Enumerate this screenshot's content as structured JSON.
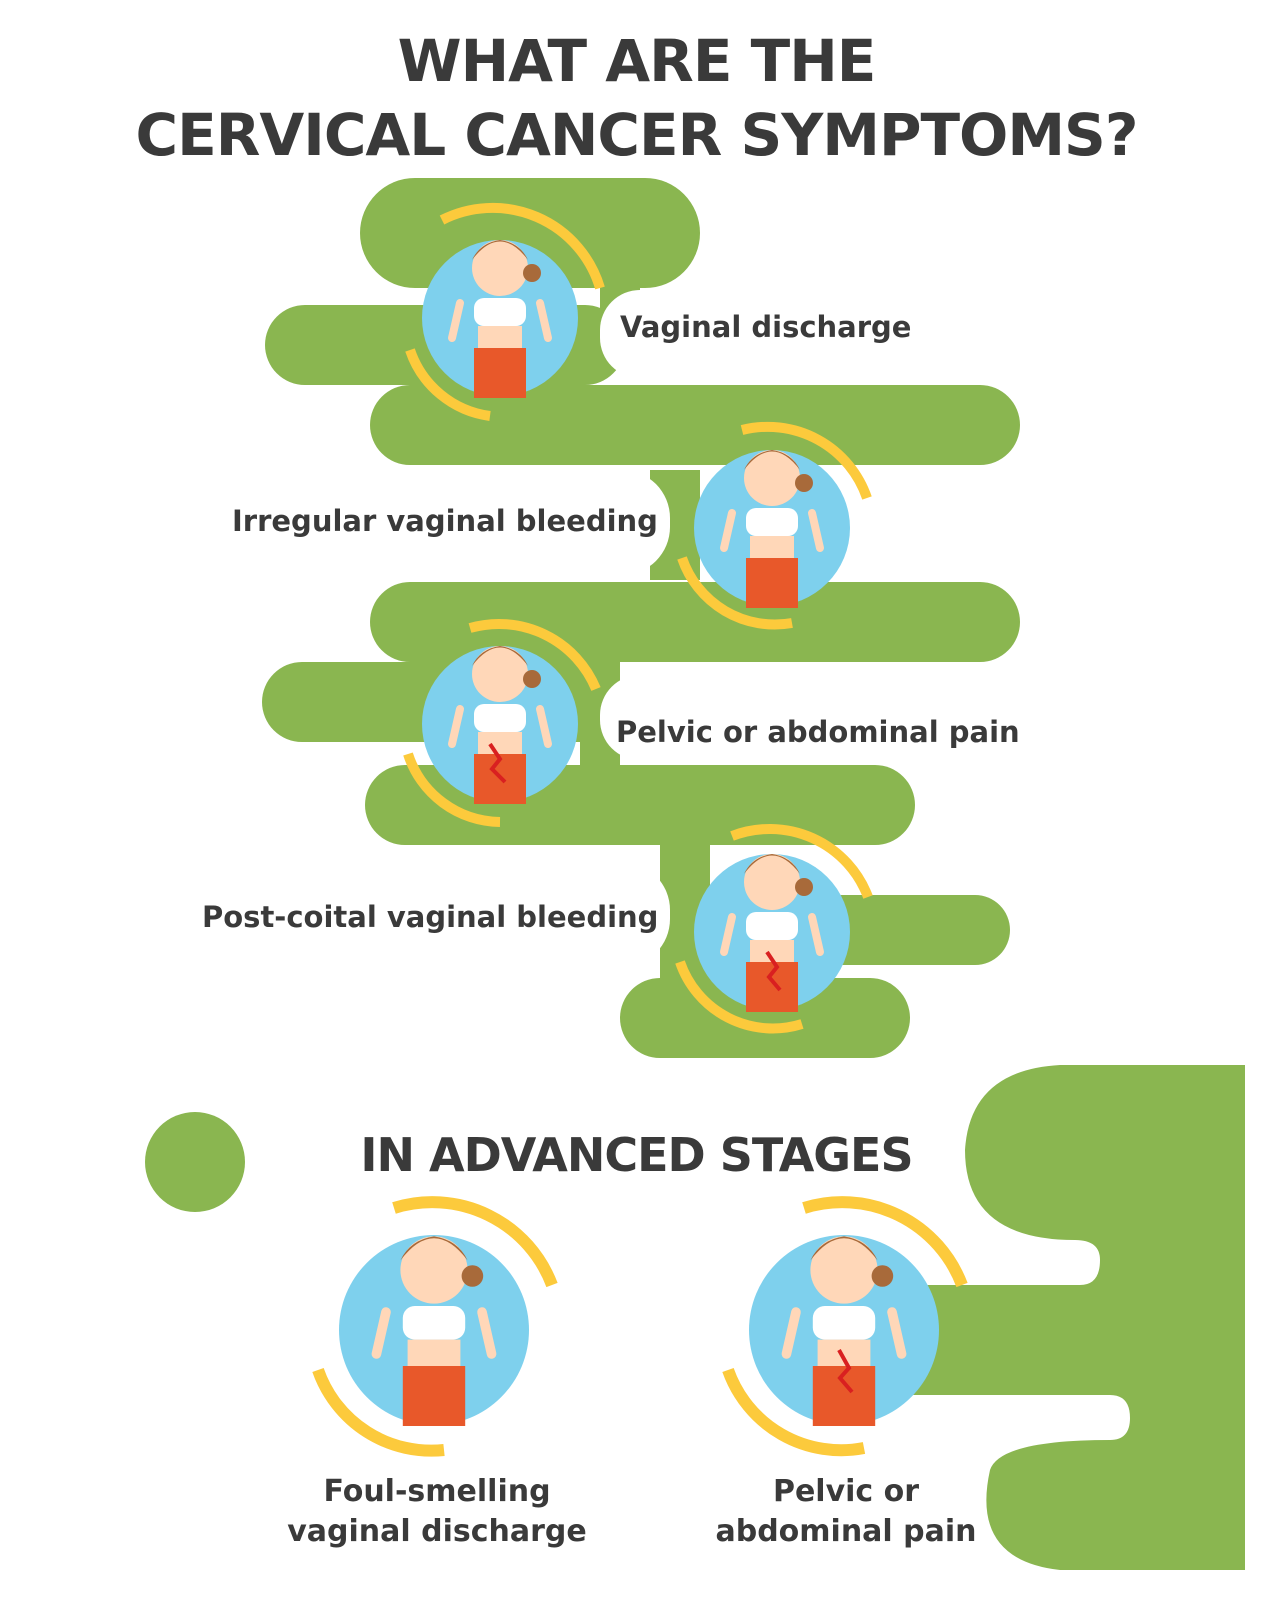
{
  "title": {
    "line1": "WHAT ARE THE",
    "line2": "CERVICAL CANCER SYMPTOMS?"
  },
  "symptoms": [
    {
      "label": "Vaginal discharge",
      "icon": "woman-discharge-icon"
    },
    {
      "label": "Irregular vaginal bleeding",
      "icon": "woman-bleeding-icon"
    },
    {
      "label": "Pelvic or abdominal pain",
      "icon": "woman-pain-icon"
    },
    {
      "label": "Post-coital vaginal bleeding",
      "icon": "woman-postcoital-bleeding-icon"
    }
  ],
  "advanced": {
    "heading": "IN ADVANCED STAGES",
    "items": [
      {
        "label_line1": "Foul-smelling",
        "label_line2": "vaginal discharge",
        "icon": "woman-foul-smell-icon"
      },
      {
        "label_line1": "Pelvic or",
        "label_line2": "abdominal pain",
        "icon": "woman-abdominal-pain-icon"
      }
    ]
  },
  "colors": {
    "green": "#8ab650",
    "ring": "#fcca3c",
    "circle": "#7ed0ed",
    "text": "#3a3a3a",
    "pants": "#e8582a"
  }
}
